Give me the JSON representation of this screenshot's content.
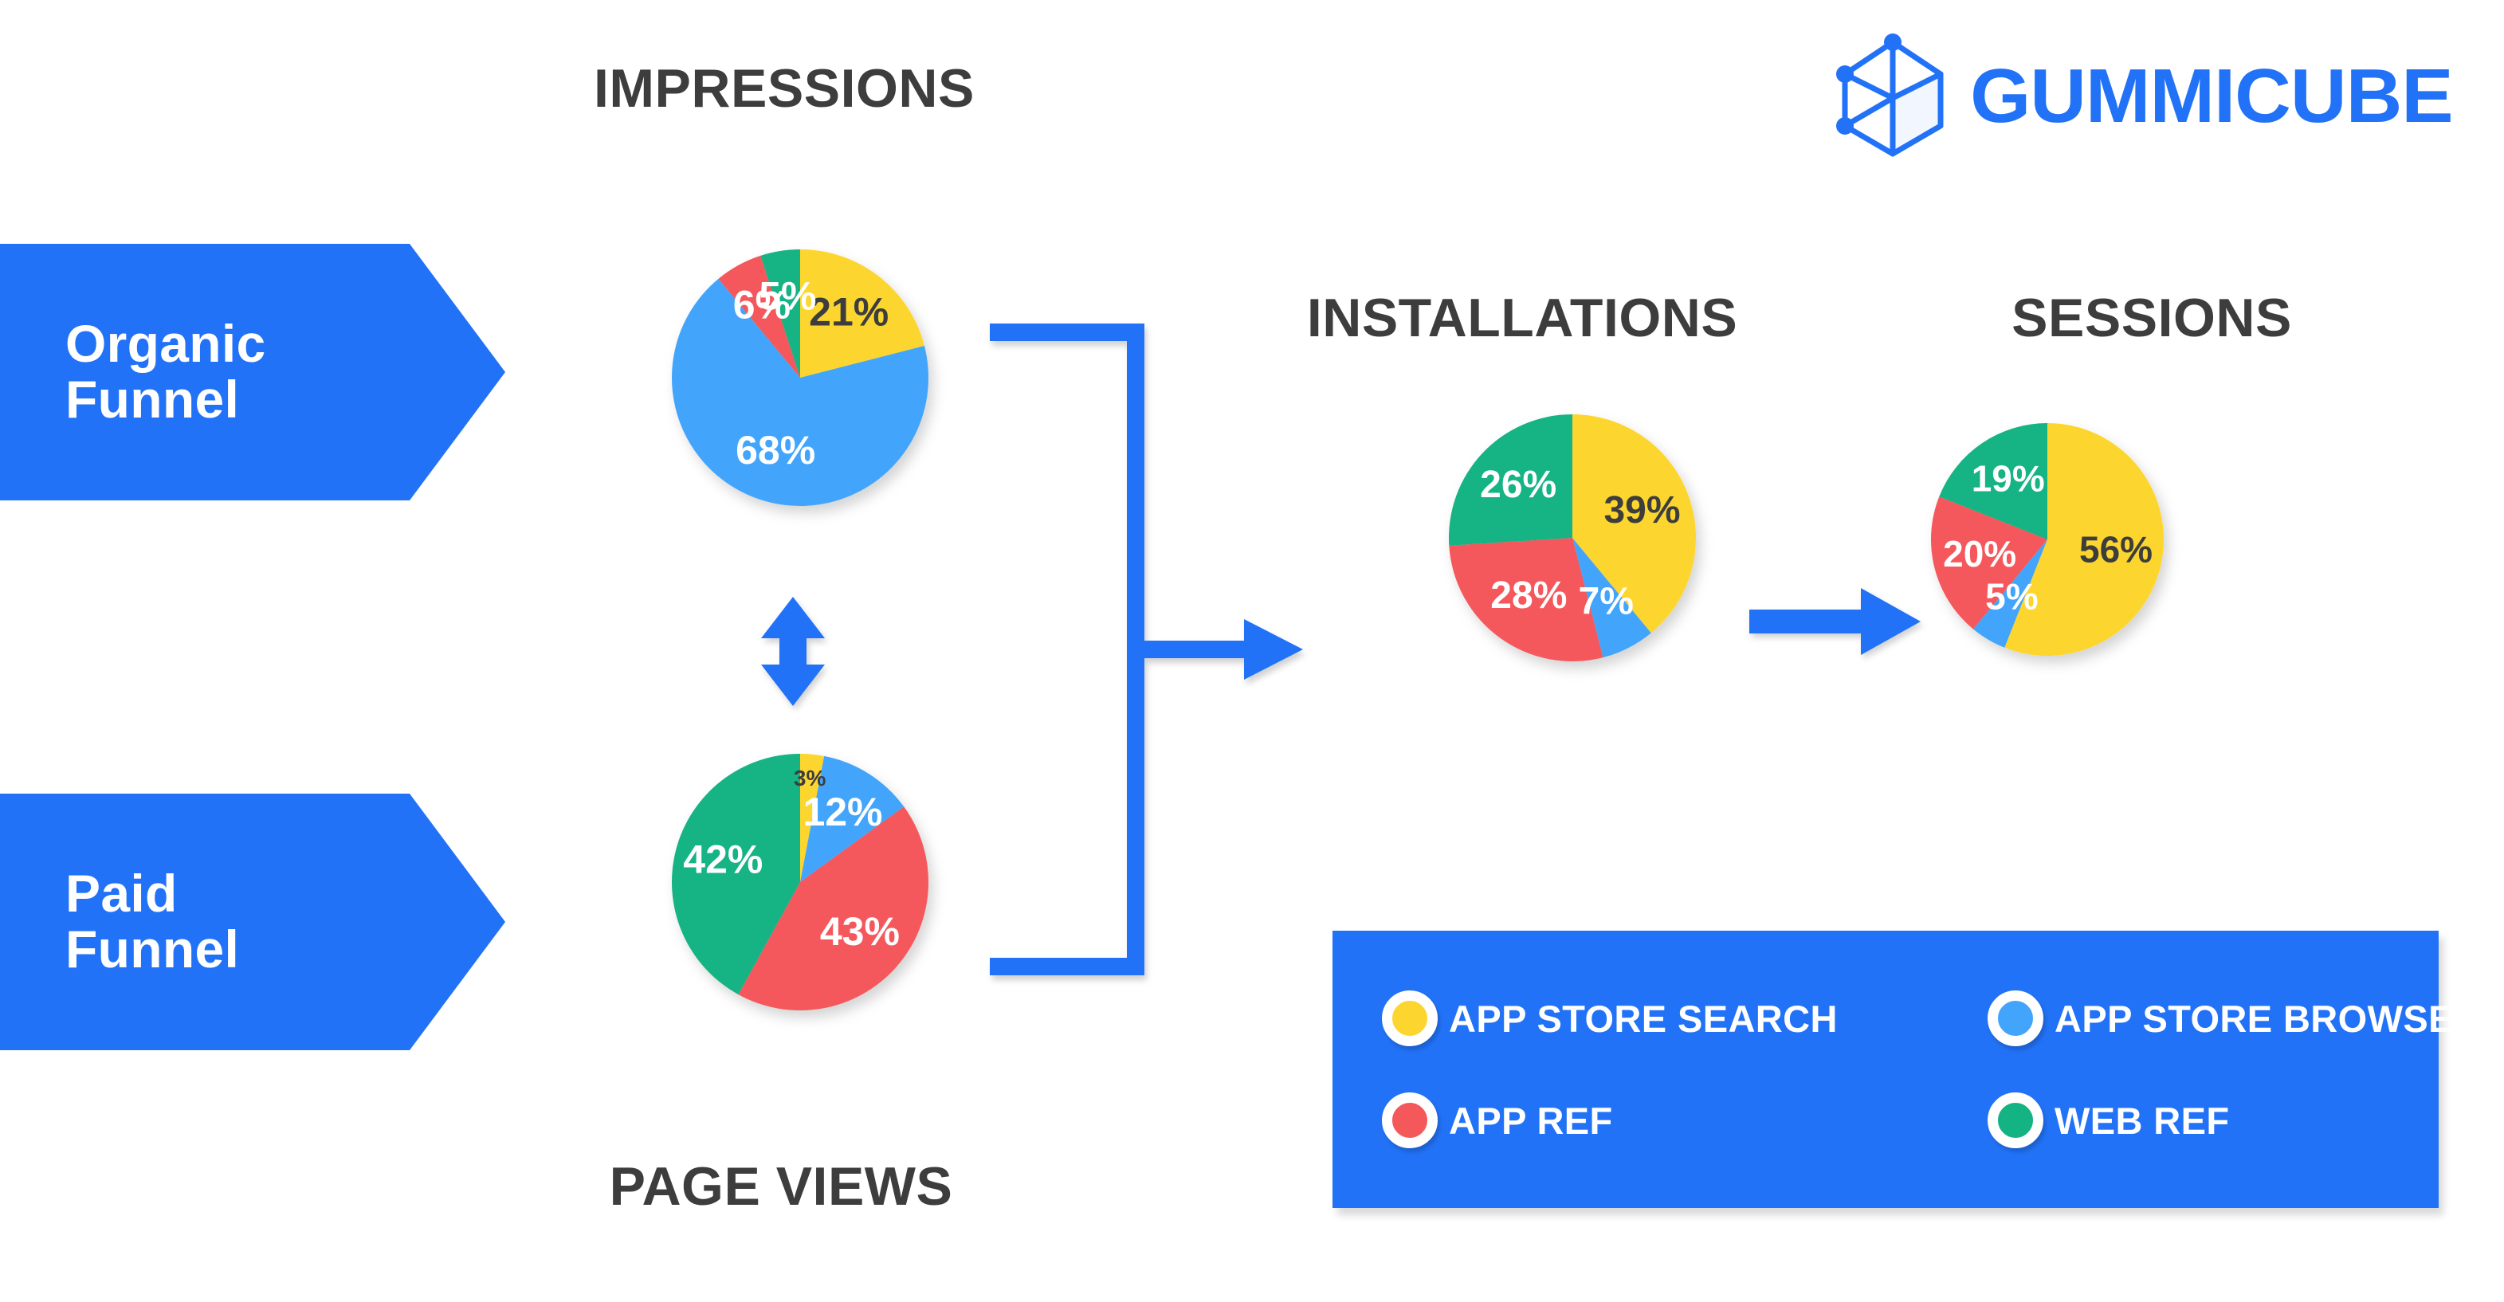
{
  "brand": {
    "name": "GUMMICUBE",
    "logo_icon": "cube-wireframe-icon",
    "color": "#2272f7"
  },
  "colors": {
    "app_store_search": "#fcd62e",
    "app_store_browse": "#42a5fb",
    "app_ref": "#f4585b",
    "web_ref": "#14b384",
    "brand_blue": "#2272f7",
    "title_gray": "#3d3d3d"
  },
  "funnels": [
    {
      "id": "organic",
      "label": "Organic\nFunnel"
    },
    {
      "id": "paid",
      "label": "Paid\nFunnel"
    }
  ],
  "legend": {
    "items": [
      {
        "label": "APP STORE SEARCH",
        "color": "#fcd62e",
        "icon": "legend-dot-yellow-icon"
      },
      {
        "label": "APP STORE BROWSE",
        "color": "#42a5fb",
        "icon": "legend-dot-blue-icon"
      },
      {
        "label": "APP REF",
        "color": "#f4585b",
        "icon": "legend-dot-red-icon"
      },
      {
        "label": "WEB REF",
        "color": "#14b384",
        "icon": "legend-dot-green-icon"
      }
    ]
  },
  "connectors": {
    "vertical_double_arrow": "impressions-to-page-views",
    "bracket_arrow": "funnels-to-installations",
    "straight_arrow": "installations-to-sessions"
  },
  "titles": {
    "impressions": "IMPRESSIONS",
    "page_views": "PAGE VIEWS",
    "installations": "INSTALLATIONS",
    "sessions": "SESSIONS"
  },
  "chart_data": [
    {
      "id": "impressions",
      "type": "pie",
      "title": "IMPRESSIONS",
      "categories": [
        "APP STORE SEARCH",
        "APP STORE BROWSE",
        "APP REF",
        "WEB REF"
      ],
      "values": [
        21,
        68,
        6,
        5
      ],
      "labels": [
        "21%",
        "68%",
        "6%",
        "5%"
      ],
      "label_colors": [
        "#3d3d3d",
        "#ffffff",
        "#ffffff",
        "#ffffff"
      ],
      "colors": [
        "#fcd62e",
        "#42a5fb",
        "#f4585b",
        "#14b384"
      ],
      "start_angle_deg": 0,
      "direction": "clockwise",
      "units": "percent"
    },
    {
      "id": "page_views",
      "type": "pie",
      "title": "PAGE VIEWS",
      "categories": [
        "APP STORE SEARCH",
        "APP STORE BROWSE",
        "APP REF",
        "WEB REF"
      ],
      "values": [
        3,
        12,
        43,
        42
      ],
      "labels": [
        "3%",
        "12%",
        "43%",
        "42%"
      ],
      "label_colors": [
        "#3d3d3d",
        "#ffffff",
        "#ffffff",
        "#ffffff"
      ],
      "colors": [
        "#fcd62e",
        "#42a5fb",
        "#f4585b",
        "#14b384"
      ],
      "start_angle_deg": 0,
      "direction": "clockwise",
      "units": "percent"
    },
    {
      "id": "installations",
      "type": "pie",
      "title": "INSTALLATIONS",
      "categories": [
        "APP STORE SEARCH",
        "APP STORE BROWSE",
        "APP REF",
        "WEB REF"
      ],
      "values": [
        39,
        7,
        28,
        26
      ],
      "labels": [
        "39%",
        "7%",
        "28%",
        "26%"
      ],
      "label_colors": [
        "#3d3d3d",
        "#ffffff",
        "#ffffff",
        "#ffffff"
      ],
      "colors": [
        "#fcd62e",
        "#42a5fb",
        "#f4585b",
        "#14b384"
      ],
      "start_angle_deg": 0,
      "direction": "clockwise",
      "units": "percent"
    },
    {
      "id": "sessions",
      "type": "pie",
      "title": "SESSIONS",
      "categories": [
        "APP STORE SEARCH",
        "APP STORE BROWSE",
        "APP REF",
        "WEB REF"
      ],
      "values": [
        56,
        5,
        20,
        19
      ],
      "labels": [
        "56%",
        "5%",
        "20%",
        "19%"
      ],
      "label_colors": [
        "#3d3d3d",
        "#ffffff",
        "#ffffff",
        "#ffffff"
      ],
      "colors": [
        "#fcd62e",
        "#42a5fb",
        "#f4585b",
        "#14b384"
      ],
      "start_angle_deg": 0,
      "direction": "clockwise",
      "units": "percent"
    }
  ]
}
